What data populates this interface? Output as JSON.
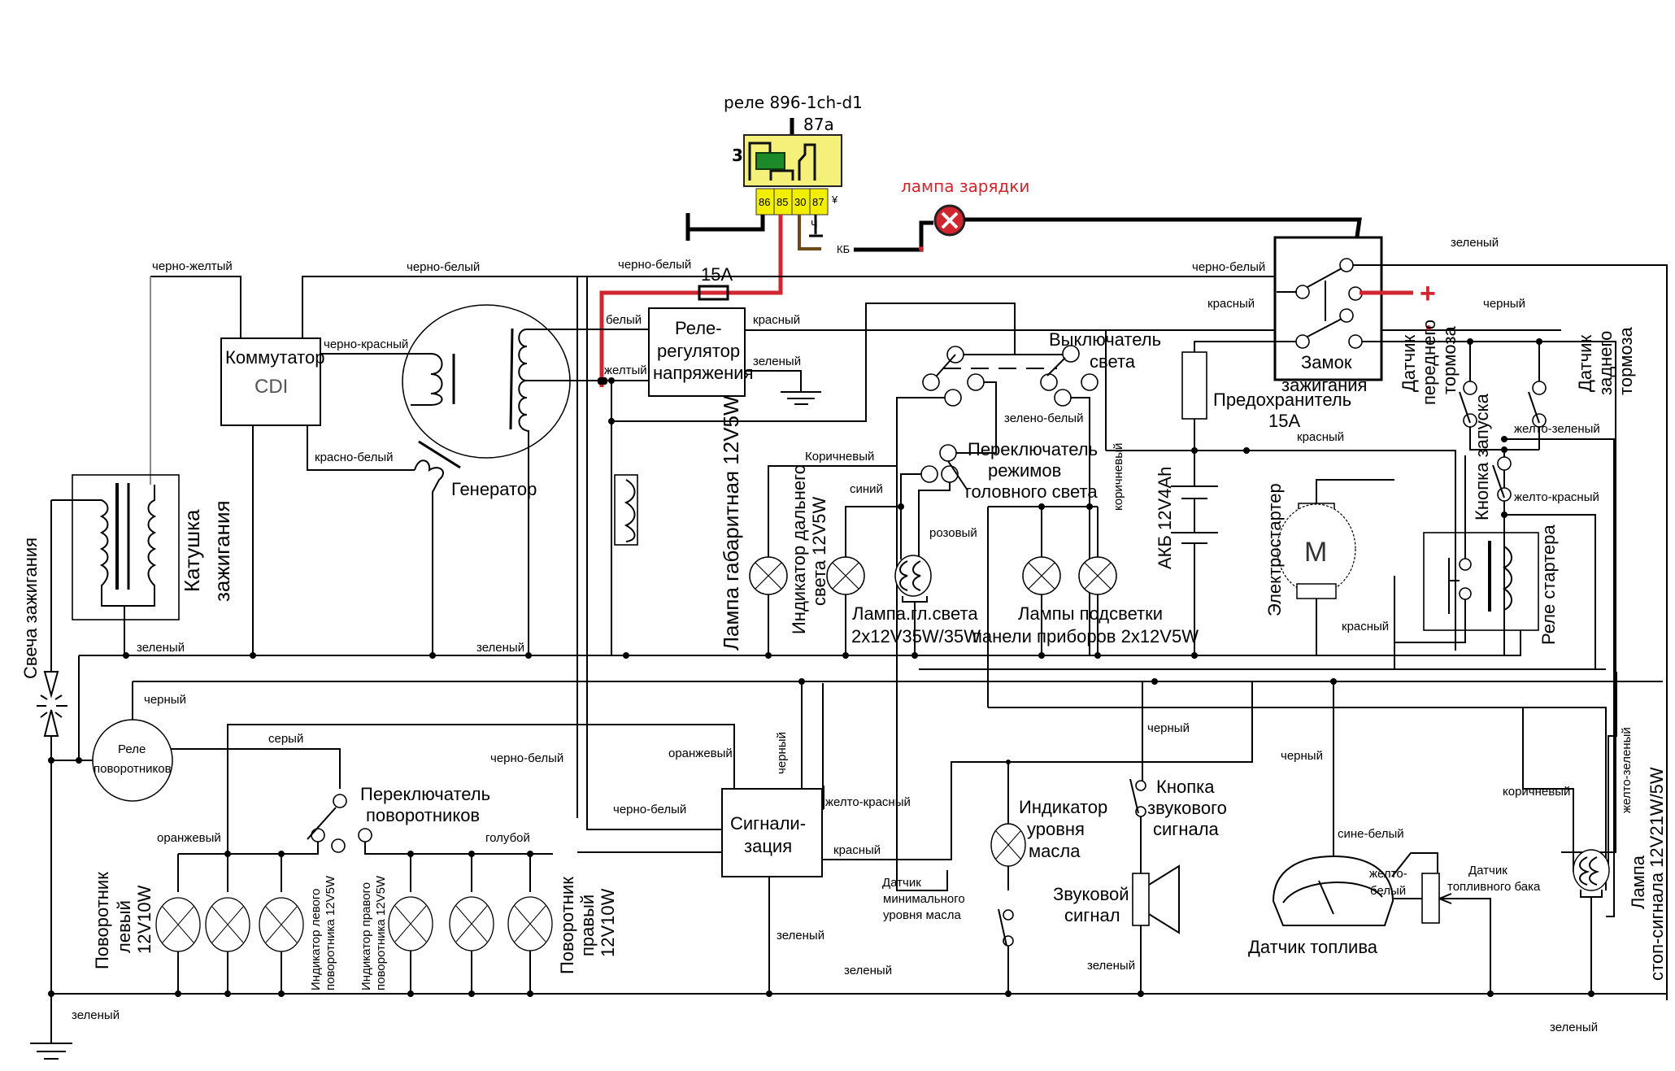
{
  "diagram": {
    "title": "Motorcycle / scooter wiring diagram",
    "colors": {
      "wire": "#000000",
      "accent_red": "#d1252f",
      "relay_body": "#f4f07a",
      "relay_pins": "#f1ee00",
      "relay_coil": "#1d8a2a"
    }
  },
  "relay": {
    "label": "реле 896-1ch-d1",
    "pin_87a": "87a",
    "pin_3": "3",
    "pins": [
      "86",
      "85",
      "30",
      "87"
    ],
    "ch_label": "Ч",
    "kb_label": "КБ"
  },
  "charge_lamp": {
    "label": "лампа зарядки"
  },
  "fuse_main": {
    "label": "15A"
  },
  "plus_sign": "+",
  "components": {
    "commutator": {
      "title": "Коммутатор",
      "sub": "CDI"
    },
    "generator": "Генератор",
    "regulator": [
      "Реле-",
      "регулятор",
      "напряжения"
    ],
    "ignition_coil": [
      "Катушка",
      "зажигания"
    ],
    "spark_plug": "Свеча зажигания",
    "ignition_lock": [
      "Замок",
      "зажигания"
    ],
    "fuse": [
      "Предохранитель",
      "15A"
    ],
    "light_switch": [
      "Выключатель",
      "света"
    ],
    "headlight_switch": [
      "Переключатель",
      "режимов",
      "головного света"
    ],
    "parking_lamp": "Лампа габаритная 12V5W",
    "highbeam_indicator": [
      "Индикатор дальнего",
      "света 12V5W"
    ],
    "headlamp": [
      "Лампа.гл.света",
      "2x12V35W/35W"
    ],
    "panel_lamps": [
      "Лампы подсветки",
      "панели приборов 2x12V5W"
    ],
    "battery": "АКБ 12V4Ah",
    "starter_motor": "Электростартер",
    "motor_symbol": "M",
    "starter_relay": "Реле стартера",
    "start_button": "Кнопка запуска",
    "front_brake": [
      "Датчик",
      "переднего",
      "тормоза"
    ],
    "rear_brake": [
      "Датчик",
      "заднего",
      "тормоза"
    ],
    "turn_relay": [
      "Реле",
      "поворотников"
    ],
    "turn_switch": [
      "Переключатель",
      "поворотников"
    ],
    "turn_left": [
      "Поворотник",
      "левый",
      "12V10W"
    ],
    "turn_right": [
      "Поворотник",
      "правый",
      "12V10W"
    ],
    "left_indicator": [
      "Индикатор левого",
      "поворотника 12V5W"
    ],
    "right_indicator": [
      "Индикатор правого",
      "поворотника 12V5W"
    ],
    "alarm": [
      "Сигнали-",
      "зация"
    ],
    "oil_indicator": [
      "Индикатор",
      "уровня",
      "масла"
    ],
    "oil_sensor": [
      "Датчик",
      "минимального",
      "уровня масла"
    ],
    "horn_button": [
      "Кнопка",
      "звукового",
      "сигнала"
    ],
    "horn": [
      "Звуковой",
      "сигнал"
    ],
    "fuel_gauge": "Датчик топлива",
    "fuel_tank_sensor": [
      "Датчик",
      "топливного бака"
    ],
    "stop_lamp": [
      "Лампа",
      "стоп-сигнала 12V21W/5W"
    ]
  },
  "wires": {
    "black_yellow": "черно-желтый",
    "black_white": "черно-белый",
    "black_red": "черно-красный",
    "red_white": "красно-белый",
    "white": "белый",
    "yellow": "желтый",
    "red": "красный",
    "green": "зеленый",
    "green_white": "зелено-белый",
    "brown_cap": "Коричневый",
    "brown": "коричневый",
    "blue": "синий",
    "pink": "розовый",
    "black": "черный",
    "grey": "серый",
    "orange": "оранжевый",
    "light_blue": "голубой",
    "yellow_red": "желто-красный",
    "yellow_green": "желто-зеленый",
    "blue_white": "сине-белый",
    "yellow_white_1": "желто-",
    "yellow_white_2": "белый"
  }
}
